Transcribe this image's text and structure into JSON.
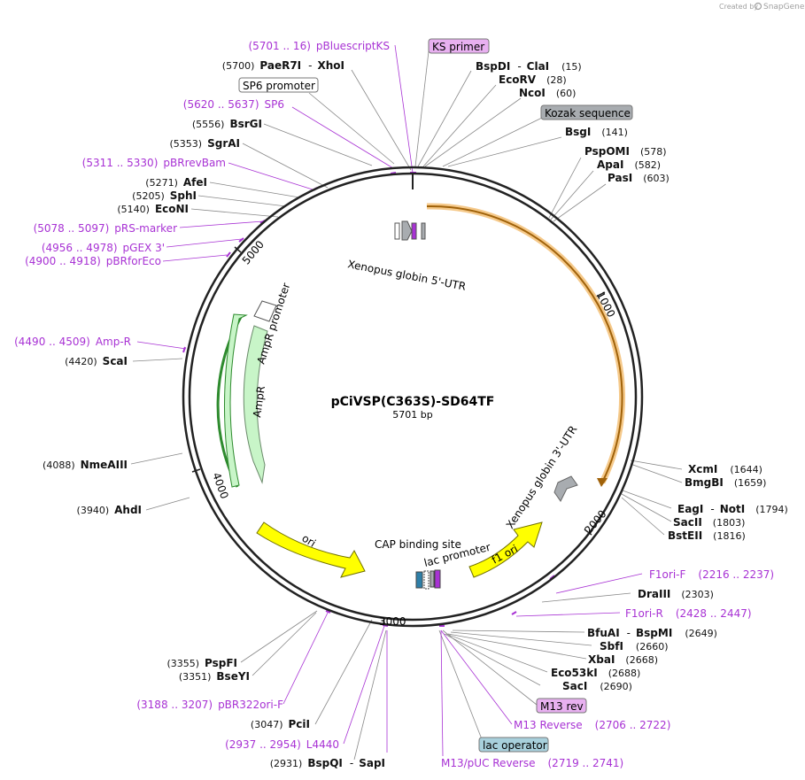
{
  "watermark": {
    "text": "Created by",
    "brand": "SnapGene"
  },
  "plasmid": {
    "name": "pCiVSP(C363S)-SD64TF",
    "size": "5701 bp",
    "length": 5701
  },
  "ticks": [
    "1000",
    "2000",
    "3000",
    "4000",
    "5000"
  ],
  "colors": {
    "accent": "#a832d4",
    "backbone": "#222222",
    "ampr": "#c8f5c8",
    "ori": "#ffff00",
    "orf": "#f5a623",
    "utr": "#a8acb0"
  },
  "features": {
    "utr5": "Xenopus globin 5'-UTR",
    "utr3": "Xenopus globin 3'-UTR",
    "ampr_promoter": "AmpR promoter",
    "ampr": "AmpR",
    "ori": "ori",
    "f1ori": "f1 ori",
    "cap": "CAP binding site",
    "lac": "lac promoter"
  },
  "boxes": {
    "ks": "KS primer",
    "sp6": "SP6 promoter",
    "kozak": "Kozak sequence",
    "m13rev": "M13 rev",
    "lacop": "lac operator"
  },
  "sites": {
    "pbs": {
      "range": "(5701 .. 16)",
      "name": "pBluescriptKS"
    },
    "paer": {
      "pos": "(5700)",
      "name": "PaeR7I",
      "sep": "-",
      "name2": "XhoI"
    },
    "sp6": {
      "range": "(5620 .. 5637)",
      "name": "SP6"
    },
    "bsrg": {
      "pos": "(5556)",
      "name": "BsrGI"
    },
    "sgra": {
      "pos": "(5353)",
      "name": "SgrAI"
    },
    "pbrrev": {
      "range": "(5311 .. 5330)",
      "name": "pBRrevBam"
    },
    "afe": {
      "pos": "(5271)",
      "name": "AfeI"
    },
    "sph": {
      "pos": "(5205)",
      "name": "SphI"
    },
    "econi": {
      "pos": "(5140)",
      "name": "EcoNI"
    },
    "prs": {
      "range": "(5078 .. 5097)",
      "name": "pRS-marker"
    },
    "pgex": {
      "range": "(4956 .. 4978)",
      "name": "pGEX 3'"
    },
    "pbrfor": {
      "range": "(4900 .. 4918)",
      "name": "pBRforEco"
    },
    "ampr": {
      "range": "(4490 .. 4509)",
      "name": "Amp-R"
    },
    "sca": {
      "pos": "(4420)",
      "name": "ScaI"
    },
    "nme": {
      "pos": "(4088)",
      "name": "NmeAIII"
    },
    "ahd": {
      "pos": "(3940)",
      "name": "AhdI"
    },
    "pspf": {
      "pos": "(3355)",
      "name": "PspFI"
    },
    "bsey": {
      "pos": "(3351)",
      "name": "BseYI"
    },
    "pbr322": {
      "range": "(3188 .. 3207)",
      "name": "pBR322ori-F"
    },
    "pcl": {
      "pos": "(3047)",
      "name": "PciI"
    },
    "l4440": {
      "range": "(2937 .. 2954)",
      "name": "L4440"
    },
    "bspq": {
      "pos": "(2931)",
      "name": "BspQI",
      "sep": "-",
      "name2": "SapI"
    },
    "bspd": {
      "name": "BspDI",
      "sep": "-",
      "name2": "ClaI",
      "pos": "(15)"
    },
    "ecorv": {
      "name": "EcoRV",
      "pos": "(28)"
    },
    "nco": {
      "name": "NcoI",
      "pos": "(60)"
    },
    "bsg": {
      "name": "BsgI",
      "pos": "(141)"
    },
    "pspo": {
      "name": "PspOMI",
      "pos": "(578)"
    },
    "apa": {
      "name": "ApaI",
      "pos": "(582)"
    },
    "pas": {
      "name": "PasI",
      "pos": "(603)"
    },
    "xcm": {
      "name": "XcmI",
      "pos": "(1644)"
    },
    "bmgb": {
      "name": "BmgBI",
      "pos": "(1659)"
    },
    "eag": {
      "name": "EagI",
      "sep": "-",
      "name2": "NotI",
      "pos": "(1794)"
    },
    "sac2": {
      "name": "SacII",
      "pos": "(1803)"
    },
    "bste": {
      "name": "BstEII",
      "pos": "(1816)"
    },
    "f1orif": {
      "name": "F1ori-F",
      "range": "(2216 .. 2237)"
    },
    "dra3": {
      "name": "DraIII",
      "pos": "(2303)"
    },
    "f1orir": {
      "name": "F1ori-R",
      "range": "(2428 .. 2447)"
    },
    "bfua": {
      "name": "BfuAI",
      "sep": "-",
      "name2": "BspMI",
      "pos": "(2649)"
    },
    "sbf": {
      "name": "SbfI",
      "pos": "(2660)"
    },
    "xba": {
      "name": "XbaI",
      "pos": "(2668)"
    },
    "eco53": {
      "name": "Eco53kI",
      "pos": "(2688)"
    },
    "sac": {
      "name": "SacI",
      "pos": "(2690)"
    },
    "m13r": {
      "name": "M13 Reverse",
      "range": "(2706 .. 2722)"
    },
    "m13puc": {
      "name": "M13/pUC Reverse",
      "range": "(2719 .. 2741)"
    }
  }
}
